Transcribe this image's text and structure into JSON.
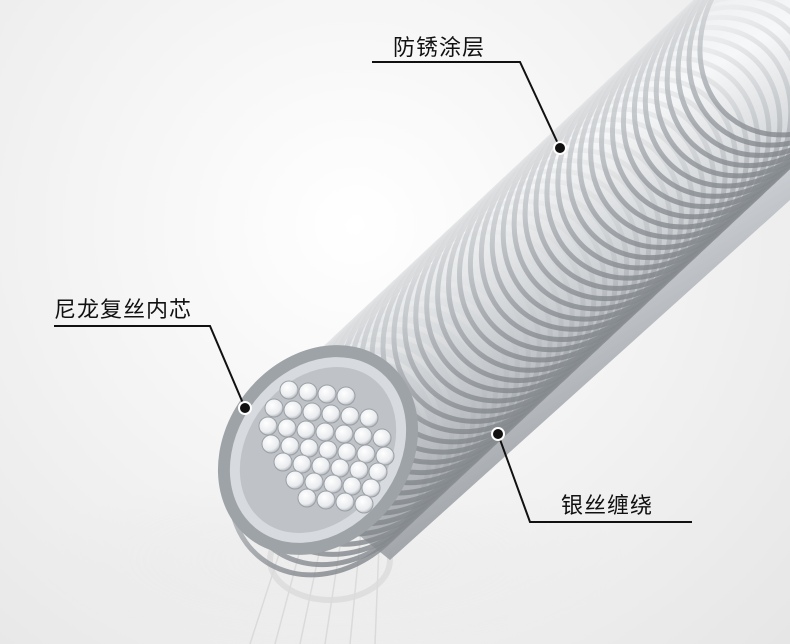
{
  "callouts": {
    "coating": "防锈涂层",
    "core": "尼龙复丝内芯",
    "winding": "银丝缠绕"
  }
}
